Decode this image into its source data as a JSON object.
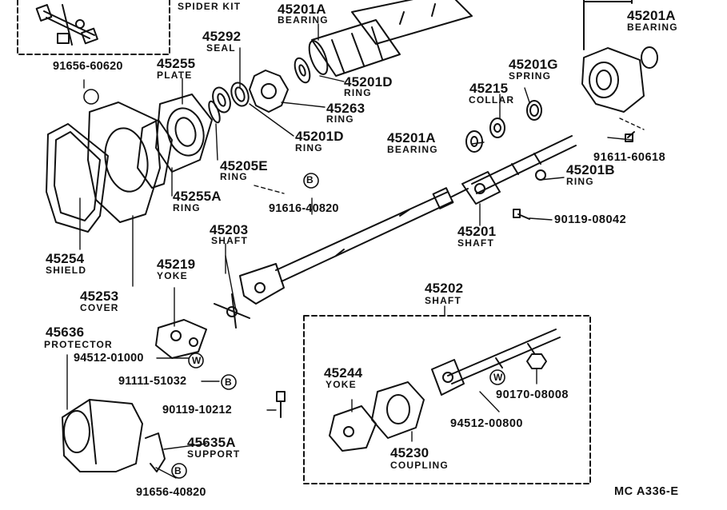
{
  "diagram_code": "MC  A336-E",
  "symbol_b": "B",
  "symbol_w": "W",
  "labels": {
    "spider_kit": "SPIDER KIT",
    "p91656_60620": "91656-60620",
    "p45201A_top": {
      "num": "45201A",
      "name": "BEARING"
    },
    "p45292": {
      "num": "45292",
      "name": "SEAL"
    },
    "p45255": {
      "num": "45255",
      "name": "PLATE"
    },
    "p45201A_right": {
      "num": "45201A",
      "name": "BEARING"
    },
    "p45201D_a": {
      "num": "45201D",
      "name": "RING"
    },
    "p45263": {
      "num": "45263",
      "name": "RING"
    },
    "p45201D_b": {
      "num": "45201D",
      "name": "RING"
    },
    "p45201G": {
      "num": "45201G",
      "name": "SPRING"
    },
    "p45215": {
      "num": "45215",
      "name": "COLLAR"
    },
    "p45201A_mid": {
      "num": "45201A",
      "name": "BEARING"
    },
    "p91611_60618": "91611-60618",
    "p45201B": {
      "num": "45201B",
      "name": "RING"
    },
    "p45205E": {
      "num": "45205E",
      "name": "RING"
    },
    "p45255A": {
      "num": "45255A",
      "name": "RING"
    },
    "p91616_40820": "91616-40820",
    "p90119_08042": "90119-08042",
    "p45201": {
      "num": "45201",
      "name": "SHAFT"
    },
    "p45203": {
      "num": "45203",
      "name": "SHAFT"
    },
    "p45254": {
      "num": "45254",
      "name": "SHIELD"
    },
    "p45219": {
      "num": "45219",
      "name": "YOKE"
    },
    "p45253": {
      "num": "45253",
      "name": "COVER"
    },
    "p45202": {
      "num": "45202",
      "name": "SHAFT"
    },
    "p45636": {
      "num": "45636",
      "name": "PROTECTOR"
    },
    "p94512_01000": "94512-01000",
    "p91111_51032": "91111-51032",
    "p45244": {
      "num": "45244",
      "name": "YOKE"
    },
    "p90170_08008": "90170-08008",
    "p90119_10212": "90119-10212",
    "p94512_00800": "94512-00800",
    "p45635A": {
      "num": "45635A",
      "name": "SUPPORT"
    },
    "p45230": {
      "num": "45230",
      "name": "COUPLING"
    },
    "p91656_40820": "91656-40820"
  }
}
